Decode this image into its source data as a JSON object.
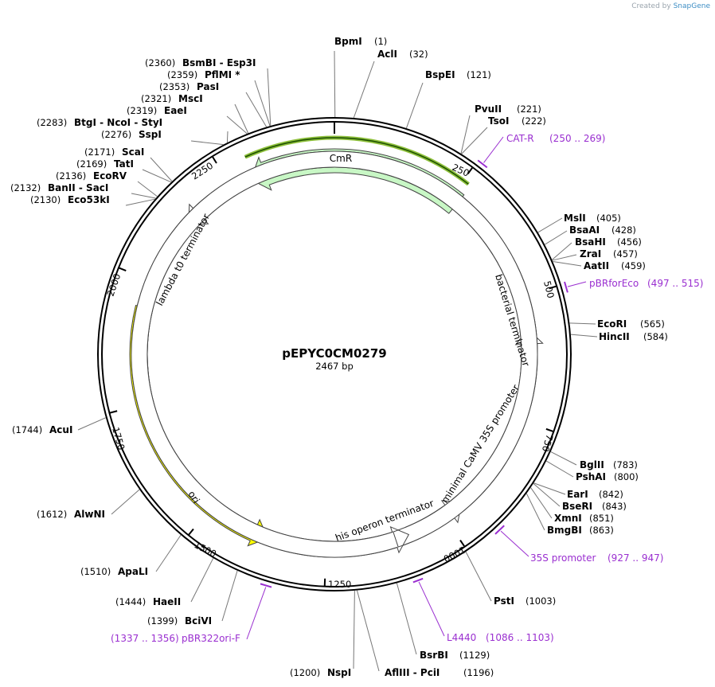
{
  "credit": {
    "prefix": "Created by",
    "app": "SnapGene"
  },
  "plasmid": {
    "name": "pEPYC0CM0279",
    "length_label": "2467 bp",
    "length": 2467
  },
  "ticks": [
    "250",
    "500",
    "750",
    "1000",
    "1250",
    "1500",
    "1750",
    "2000",
    "2250"
  ],
  "tick_positions": [
    250,
    500,
    750,
    1000,
    1250,
    1500,
    1750,
    2000,
    2250
  ],
  "features": [
    {
      "label": "CmR",
      "start": 2283,
      "end": 2467,
      "start2": 0,
      "end2": 270,
      "color": "#c8f7c5",
      "direction": "reverse"
    },
    {
      "label": "ori",
      "start": 1362,
      "end": 1950,
      "color": "#ffff00",
      "direction": "reverse"
    },
    {
      "label": "lambda t0 terminator",
      "start": 2100,
      "end": 2182,
      "color": "#ffffff",
      "direction": "reverse"
    },
    {
      "label": "bacterial terminator",
      "start": 575,
      "end": 610,
      "color": "#ffffff",
      "direction": "reverse"
    },
    {
      "label": "minimal CaMV 35S promoter",
      "start": 952,
      "end": 1000,
      "color": "#ffffff",
      "direction": "reverse"
    },
    {
      "label": "his operon terminator",
      "start": 1085,
      "end": 1135,
      "color": "#ffffff",
      "direction": "reverse"
    }
  ],
  "enzymes_right": [
    {
      "name": "BpmI",
      "pos": "(1)"
    },
    {
      "name": "AclI",
      "pos": "(32)"
    },
    {
      "name": "BspEI",
      "pos": "(121)"
    },
    {
      "name": "PvuII",
      "pos": "(221)"
    },
    {
      "name": "TsoI",
      "pos": "(222)"
    },
    {
      "name": "MslI",
      "pos": "(405)"
    },
    {
      "name": "BsaAI",
      "pos": "(428)"
    },
    {
      "name": "BsaHI",
      "pos": "(456)"
    },
    {
      "name": "ZraI",
      "pos": "(457)"
    },
    {
      "name": "AatII",
      "pos": "(459)"
    },
    {
      "name": "EcoRI",
      "pos": "(565)"
    },
    {
      "name": "HincII",
      "pos": "(584)"
    },
    {
      "name": "BglII",
      "pos": "(783)"
    },
    {
      "name": "PshAI",
      "pos": "(800)"
    },
    {
      "name": "EarI",
      "pos": "(842)"
    },
    {
      "name": "BseRI",
      "pos": "(843)"
    },
    {
      "name": "XmnI",
      "pos": "(851)"
    },
    {
      "name": "BmgBI",
      "pos": "(863)"
    },
    {
      "name": "PstI",
      "pos": "(1003)"
    },
    {
      "name": "BsrBI",
      "pos": "(1129)"
    },
    {
      "name": "AflIII - PciI",
      "pos": "(1196)"
    }
  ],
  "enzymes_left": [
    {
      "name": "BsmBI - Esp3I",
      "pos": "(2360)"
    },
    {
      "name": "PflMI *",
      "pos": "(2359)"
    },
    {
      "name": "PasI",
      "pos": "(2353)"
    },
    {
      "name": "MscI",
      "pos": "(2321)"
    },
    {
      "name": "EaeI",
      "pos": "(2319)"
    },
    {
      "name": "BtgI - NcoI - StyI",
      "pos": "(2283)"
    },
    {
      "name": "SspI",
      "pos": "(2276)"
    },
    {
      "name": "ScaI",
      "pos": "(2171)"
    },
    {
      "name": "TatI",
      "pos": "(2169)"
    },
    {
      "name": "EcoRV",
      "pos": "(2136)"
    },
    {
      "name": "BanII - SacI",
      "pos": "(2132)"
    },
    {
      "name": "Eco53kI",
      "pos": "(2130)"
    },
    {
      "name": "AcuI",
      "pos": "(1744)"
    },
    {
      "name": "AlwNI",
      "pos": "(1612)"
    },
    {
      "name": "ApaLI",
      "pos": "(1510)"
    },
    {
      "name": "HaeII",
      "pos": "(1444)"
    },
    {
      "name": "BciVI",
      "pos": "(1399)"
    },
    {
      "name": "NspI",
      "pos": "(1200)"
    }
  ],
  "primers": [
    {
      "name": "CAT-R",
      "range": "(250 .. 269)"
    },
    {
      "name": "pBRforEco",
      "range": "(497 .. 515)"
    },
    {
      "name": "35S promoter",
      "range": "(927 .. 947)"
    },
    {
      "name": "L4440",
      "range": "(1086 .. 1103)"
    },
    {
      "name": "pBR322ori-F",
      "range": "(1337 .. 1356)"
    }
  ],
  "colors": {
    "primer": "#9a2fd0",
    "cmr": "#c8f7c5",
    "ori": "#ffff00",
    "backbone": "#000000",
    "cmr_highlight": "#8dbf3a"
  }
}
